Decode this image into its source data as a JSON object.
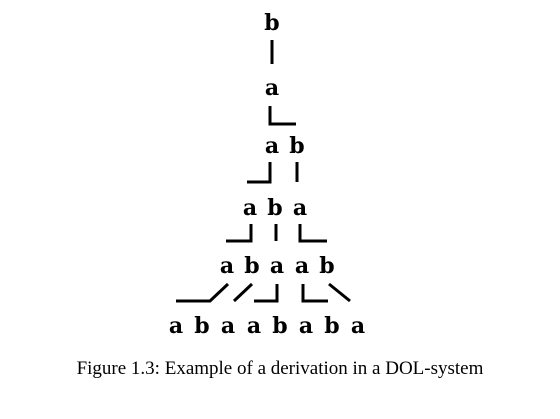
{
  "figure": {
    "caption": "Figure 1.3: Example of a derivation in a DOL-system"
  },
  "derivation": {
    "rows": [
      [
        "b"
      ],
      [
        "a"
      ],
      [
        "a",
        "b"
      ],
      [
        "a",
        "b",
        "a"
      ],
      [
        "a",
        "b",
        "a",
        "a",
        "b"
      ],
      [
        "a",
        "b",
        "a",
        "a",
        "b",
        "a",
        "b",
        "a"
      ]
    ]
  }
}
